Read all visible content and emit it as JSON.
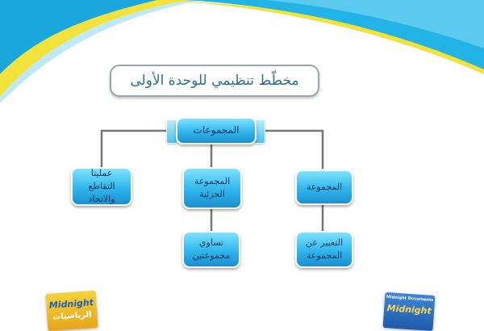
{
  "title": "مخطّط تنظيمي للوحدة الأولى",
  "nodes": {
    "root": "المجموعات",
    "sets": "المجموعة",
    "subset": "المجموعة الجزئية",
    "operations": "عمليتا التقاطع والاتحاد",
    "expressing_set": "التعبير عن المجموعة",
    "equal_sets": "تساوي مجموعتين"
  },
  "colors": {
    "node_fill": "#2fb6ec",
    "connector": "#777777",
    "title_text": "#2d6f8a",
    "wave_blue": "#1aa7dc",
    "wave_yellow": "#f2e23a"
  },
  "logos": {
    "left_book": {
      "brand": "Midnight",
      "subtitle": "الرياضيات"
    },
    "right_book": {
      "brand": "Midnight",
      "subtitle": "Midnight Documents"
    }
  }
}
